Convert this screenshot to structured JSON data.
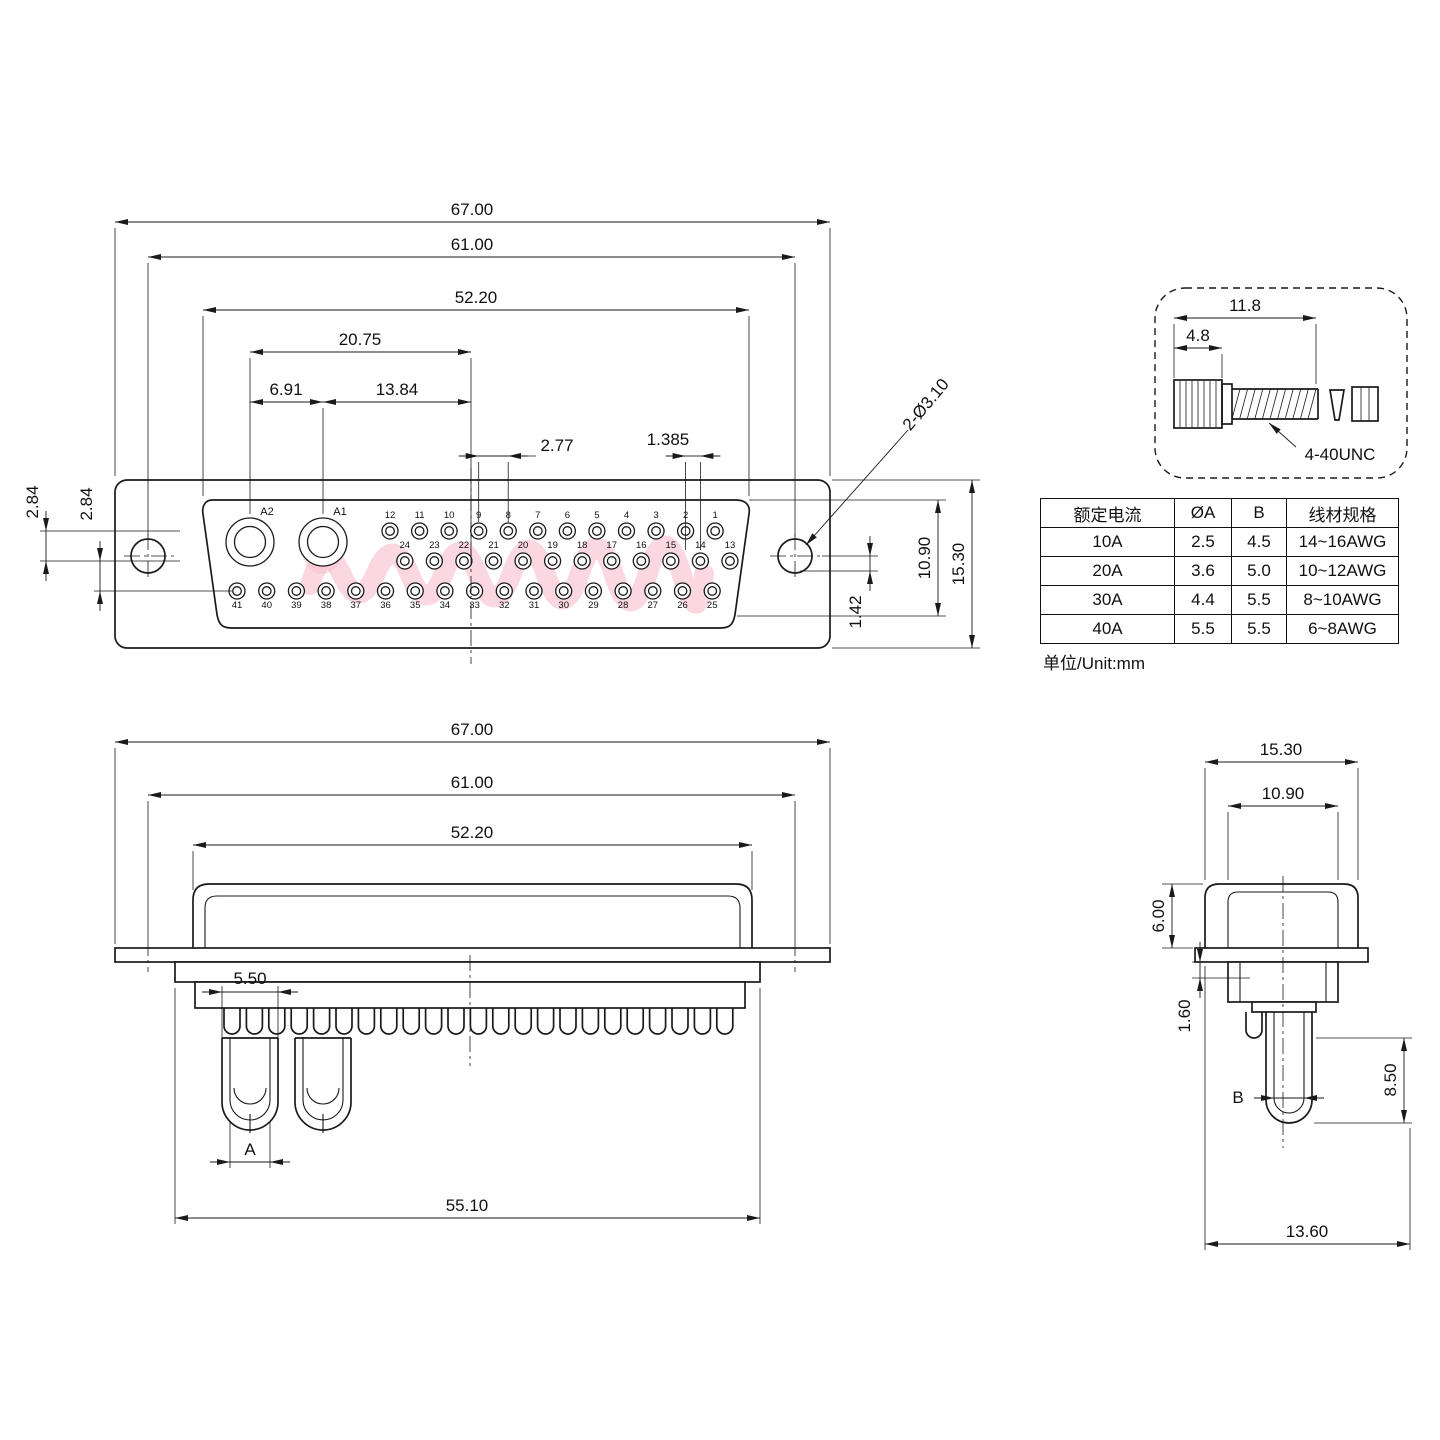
{
  "colors": {
    "line": "#1a1a1a",
    "watermark": "#f6bccd"
  },
  "front_view": {
    "dims": {
      "d67": "67.00",
      "d61": "61.00",
      "d522": "52.20",
      "d2075": "20.75",
      "d691": "6.91",
      "d1384": "13.84",
      "d277": "2.77",
      "d1385": "1.385",
      "d284a": "2.84",
      "d284b": "2.84",
      "d142": "1.42",
      "d1090": "10.90",
      "d1530": "15.30",
      "holes": "2-Ø3.10"
    },
    "pins": {
      "large": [
        "A2",
        "A1"
      ],
      "row1": [
        "12",
        "11",
        "10",
        "9",
        "8",
        "7",
        "6",
        "5",
        "4",
        "3",
        "2",
        "1"
      ],
      "row2": [
        "24",
        "23",
        "22",
        "21",
        "20",
        "19",
        "18",
        "17",
        "16",
        "15",
        "14",
        "13"
      ],
      "row3": [
        "41",
        "40",
        "39",
        "38",
        "37",
        "36",
        "35",
        "34",
        "33",
        "32",
        "31",
        "30",
        "29",
        "28",
        "27",
        "26",
        "25"
      ]
    }
  },
  "screw_detail": {
    "d118": "11.8",
    "d48": "4.8",
    "thread_label": "4-40UNC"
  },
  "spec_table": {
    "headers": [
      "额定电流",
      "ØA",
      "B",
      "线材规格"
    ],
    "rows": [
      [
        "10A",
        "2.5",
        "4.5",
        "14~16AWG"
      ],
      [
        "20A",
        "3.6",
        "5.0",
        "10~12AWG"
      ],
      [
        "30A",
        "4.4",
        "5.5",
        "8~10AWG"
      ],
      [
        "40A",
        "5.5",
        "5.5",
        "6~8AWG"
      ]
    ],
    "unit_note": "单位/Unit:mm"
  },
  "bottom_view": {
    "d67": "67.00",
    "d61": "61.00",
    "d522": "52.20",
    "d550": "5.50",
    "dA": "A",
    "d5510": "55.10"
  },
  "side_view": {
    "d1530": "15.30",
    "d1090": "10.90",
    "d600": "6.00",
    "d160": "1.60",
    "d850": "8.50",
    "dB": "B",
    "d1360": "13.60"
  }
}
